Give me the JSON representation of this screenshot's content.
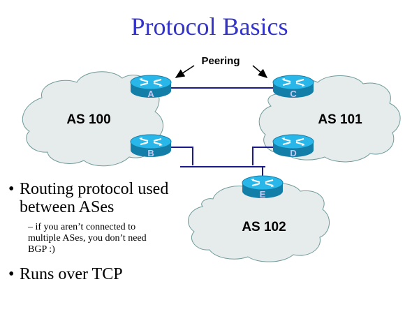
{
  "title": "Protocol Basics",
  "diagram": {
    "peering_label": "Peering",
    "clouds": [
      {
        "id": "as100",
        "label": "AS 100"
      },
      {
        "id": "as101",
        "label": "AS 101"
      },
      {
        "id": "as102",
        "label": "AS 102"
      }
    ],
    "routers": [
      {
        "id": "A",
        "label": "A"
      },
      {
        "id": "B",
        "label": "B"
      },
      {
        "id": "C",
        "label": "C"
      },
      {
        "id": "D",
        "label": "D"
      },
      {
        "id": "E",
        "label": "E"
      }
    ],
    "colors": {
      "title": "#3333cc",
      "cloud_fill": "#e6ebeb",
      "cloud_stroke": "#6f9a9a",
      "router_top": "#29b6e8",
      "router_side": "#137fa8",
      "link": "#1a1a8c"
    }
  },
  "bullets": [
    {
      "text": "Routing protocol used between ASes",
      "line1": "Routing protocol used",
      "line2": "between ASes",
      "sub": {
        "line1": "– if you aren’t connected to",
        "line2": "multiple ASes, you don’t need",
        "line3": "BGP :)"
      }
    },
    {
      "text": "Runs over TCP"
    }
  ],
  "bullet_glyph": "•"
}
